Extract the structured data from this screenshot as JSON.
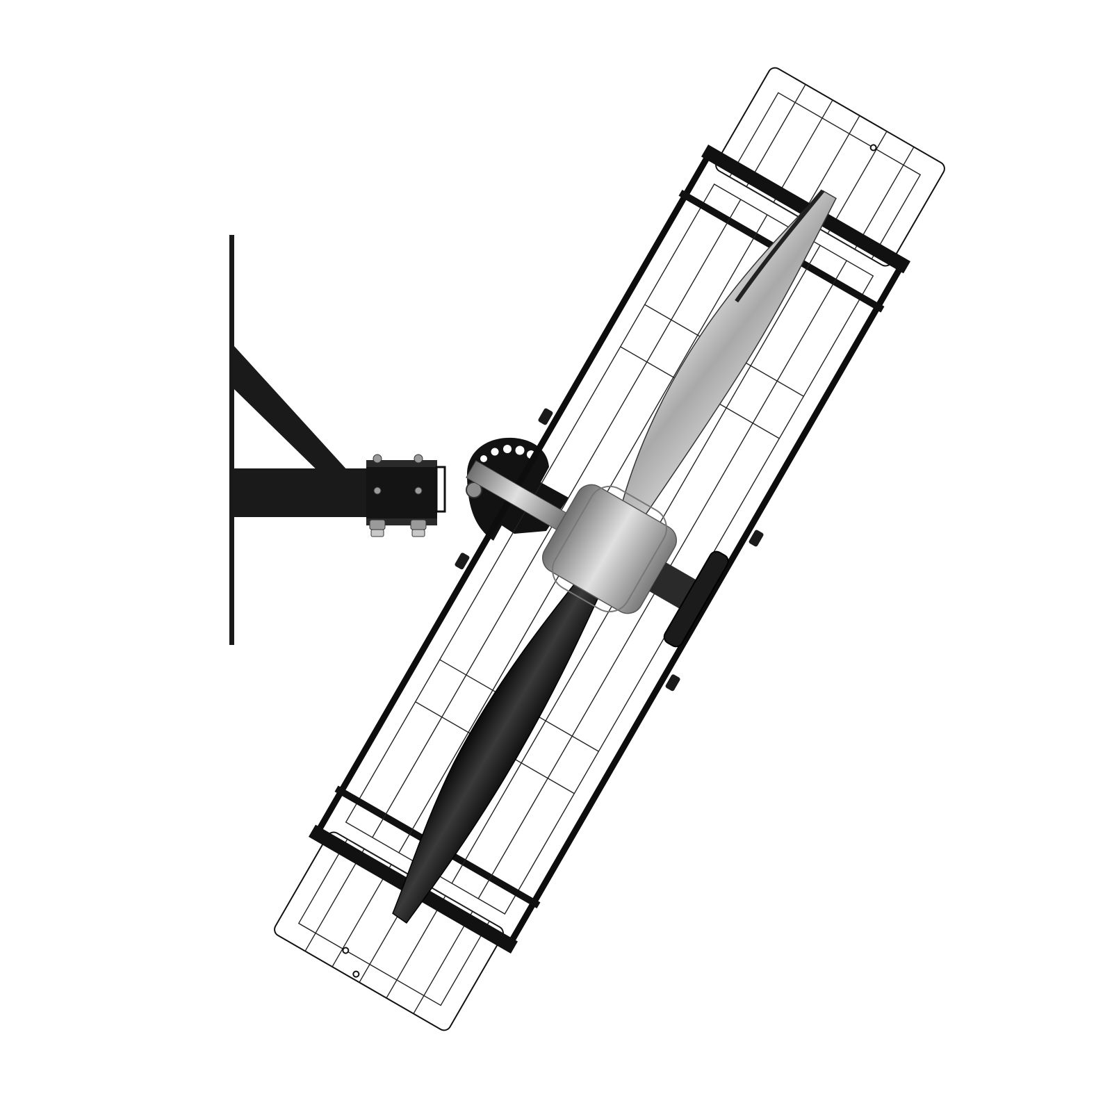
{
  "image": {
    "subject": "wall-mounted-fan",
    "background_color": "#ffffff",
    "colors": {
      "steel_black": "#111111",
      "blade_dark": "#1c1c1c",
      "blade_silver": "#b9b9b9",
      "hub_silver": "#9c9c9c",
      "wire": "#111111"
    },
    "blades": [
      {
        "name": "upper-blade",
        "tone": "silver"
      },
      {
        "name": "lower-blade",
        "tone": "dark"
      }
    ],
    "pivot_plate_holes": 5,
    "guard_vertical_wires_per_grille": 5
  }
}
